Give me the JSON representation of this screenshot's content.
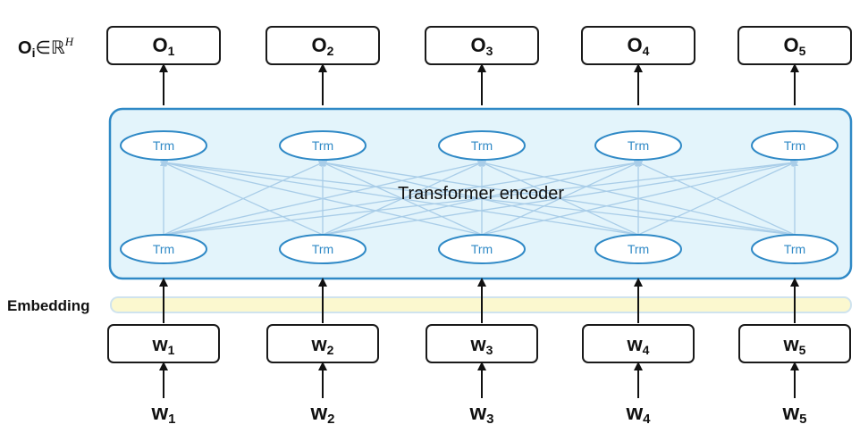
{
  "output_space_label": {
    "symbol": "O",
    "sub": "i",
    "in": "∈",
    "field": "ℝ",
    "sup": "H"
  },
  "outputs": [
    {
      "main": "O",
      "sub": "1"
    },
    {
      "main": "O",
      "sub": "2"
    },
    {
      "main": "O",
      "sub": "3"
    },
    {
      "main": "O",
      "sub": "4"
    },
    {
      "main": "O",
      "sub": "5"
    }
  ],
  "encoder": {
    "label": "Transformer encoder",
    "unit_label": "Trm",
    "columns": 5,
    "rows": 2
  },
  "embedding_label": "Embedding",
  "token_boxes": [
    {
      "main": "w",
      "sub": "1"
    },
    {
      "main": "w",
      "sub": "2"
    },
    {
      "main": "w",
      "sub": "3"
    },
    {
      "main": "w",
      "sub": "4"
    },
    {
      "main": "w",
      "sub": "5"
    }
  ],
  "inputs": [
    {
      "main": "w",
      "sub": "1"
    },
    {
      "main": "w",
      "sub": "2"
    },
    {
      "main": "w",
      "sub": "3"
    },
    {
      "main": "w",
      "sub": "4"
    },
    {
      "main": "w",
      "sub": "5"
    }
  ],
  "colors": {
    "encoder_stroke": "#2f89c6",
    "encoder_fill": "#e3f4fb",
    "embedding_fill": "#fbf8cf",
    "connection": "#a9cde8"
  }
}
